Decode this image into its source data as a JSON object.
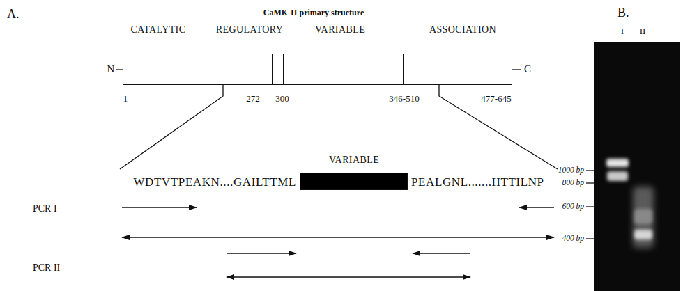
{
  "diagram": {
    "title": "CaMK-II primary structure",
    "nodes": [
      {
        "text": [
          "CATALYTIC"
        ]
      },
      {
        "text": [
          "REGULATORY"
        ]
      },
      {
        "text": [
          "VARIABLE"
        ]
      },
      {
        "text": [
          "ASSOCIATION"
        ]
      },
      {
        "text": [
          "VARIABLE"
        ]
      }
    ],
    "labels": [
      "A.",
      "B.",
      "N",
      "C",
      "1",
      "272",
      "300",
      "346-510",
      "477-645",
      "WDTVTPEAKN....GAILTTML",
      "PEALGNL.......HTTILNP",
      "PCR I",
      "PCR II",
      "I",
      "II",
      "1000 bp",
      "800 bp",
      "600 bp",
      "400 bp"
    ]
  }
}
